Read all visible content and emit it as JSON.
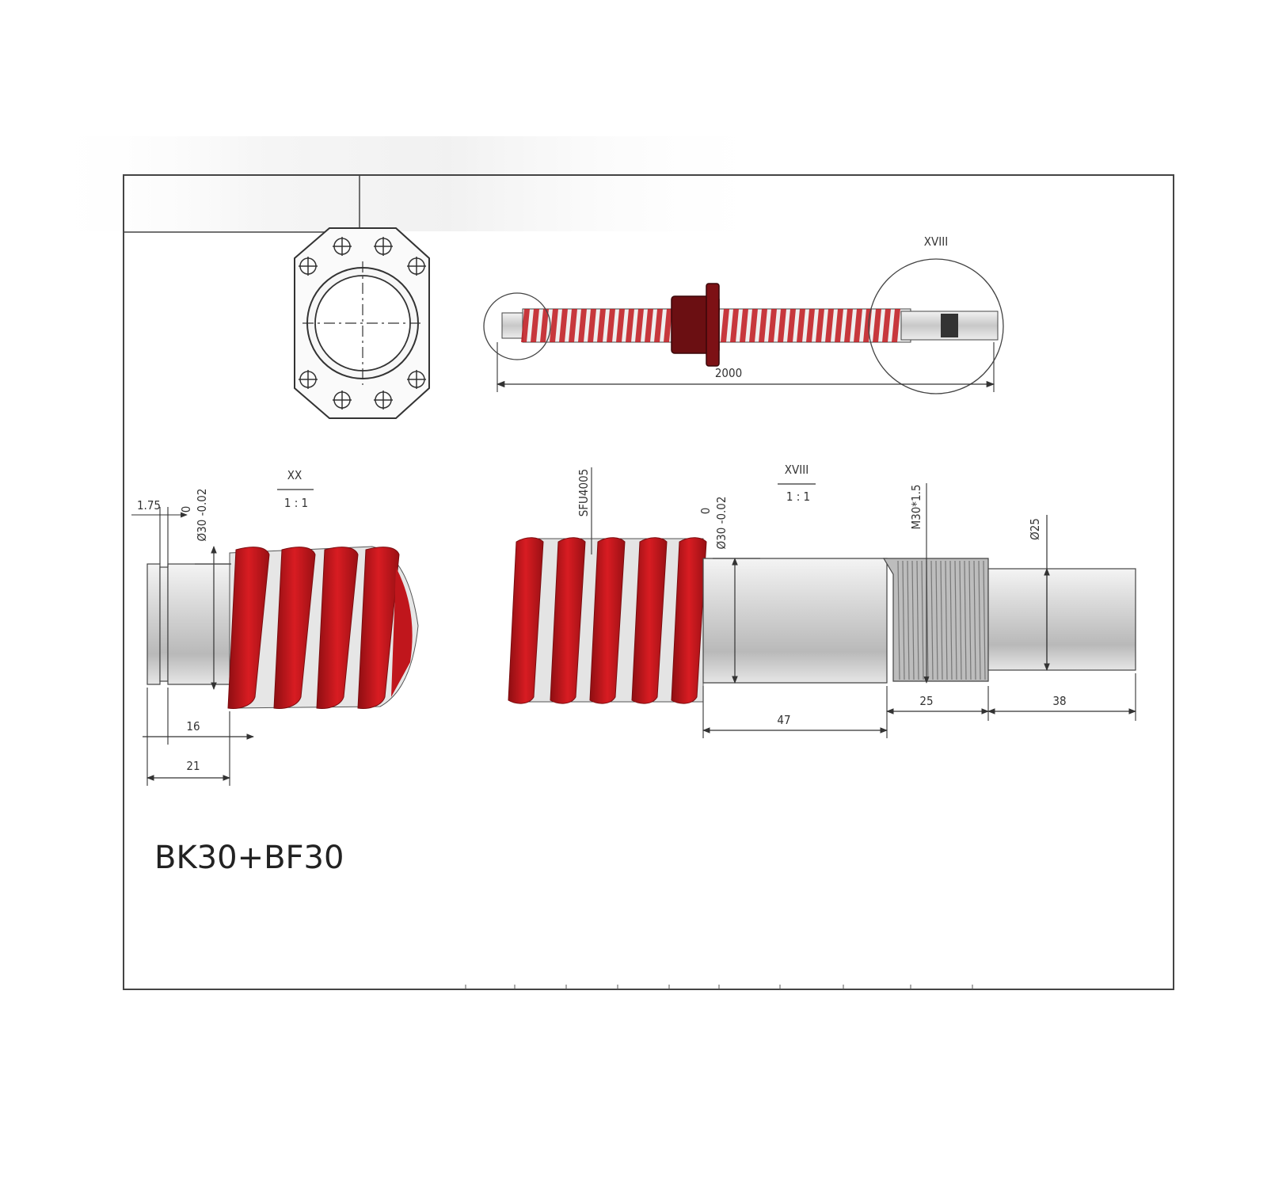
{
  "overview": {
    "length_label": "2000",
    "detail_right_label": "XVIII"
  },
  "detail_left": {
    "view_label": "XX",
    "scale_label": "1 : 1",
    "chamfer_label": "1.75",
    "tol_upper": "0",
    "diameter_label": "Ø30 -0.02",
    "len_16": "16",
    "len_21": "21"
  },
  "detail_right": {
    "view_label": "XVIII",
    "scale_label": "1 : 1",
    "nut_label": "SFU4005",
    "tol_upper": "0",
    "diameter_label": "Ø30 -0.02",
    "thread_label": "M30*1.5",
    "small_dia_label": "Ø25",
    "len_47": "47",
    "len_25": "25",
    "len_38": "38"
  },
  "caption": "BK30+BF30",
  "colors": {
    "thread_red": "#c0161c",
    "nut_dark": "#6b0f12",
    "shaft_grey": "#cfcfcf",
    "line": "#333333"
  }
}
